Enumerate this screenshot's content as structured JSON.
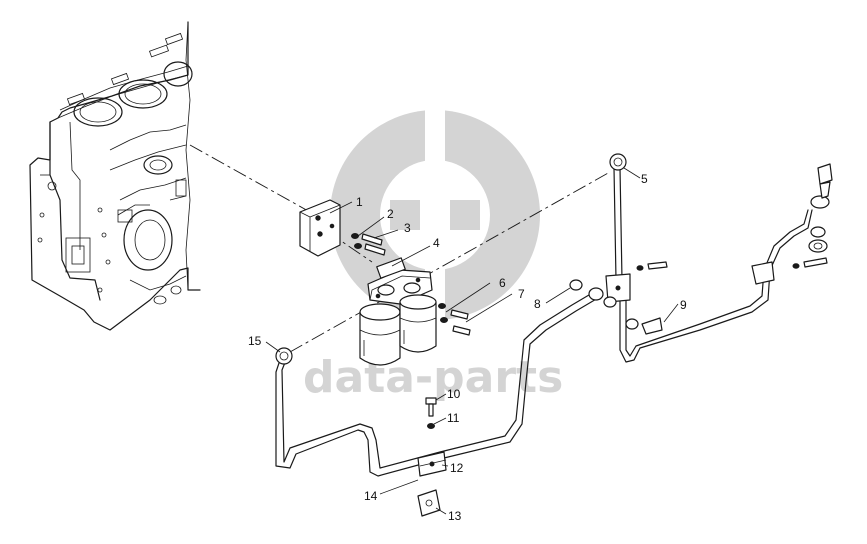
{
  "watermark": {
    "logo": "dp",
    "text": "data-parts",
    "color": "#d4d4d4"
  },
  "callouts": [
    {
      "number": "1"
    },
    {
      "number": "2"
    },
    {
      "number": "3"
    },
    {
      "number": "4"
    },
    {
      "number": "5"
    },
    {
      "number": "6"
    },
    {
      "number": "7"
    },
    {
      "number": "8"
    },
    {
      "number": "9"
    },
    {
      "number": "10"
    },
    {
      "number": "11"
    },
    {
      "number": "12"
    },
    {
      "number": "13"
    },
    {
      "number": "14"
    },
    {
      "number": "15"
    }
  ]
}
